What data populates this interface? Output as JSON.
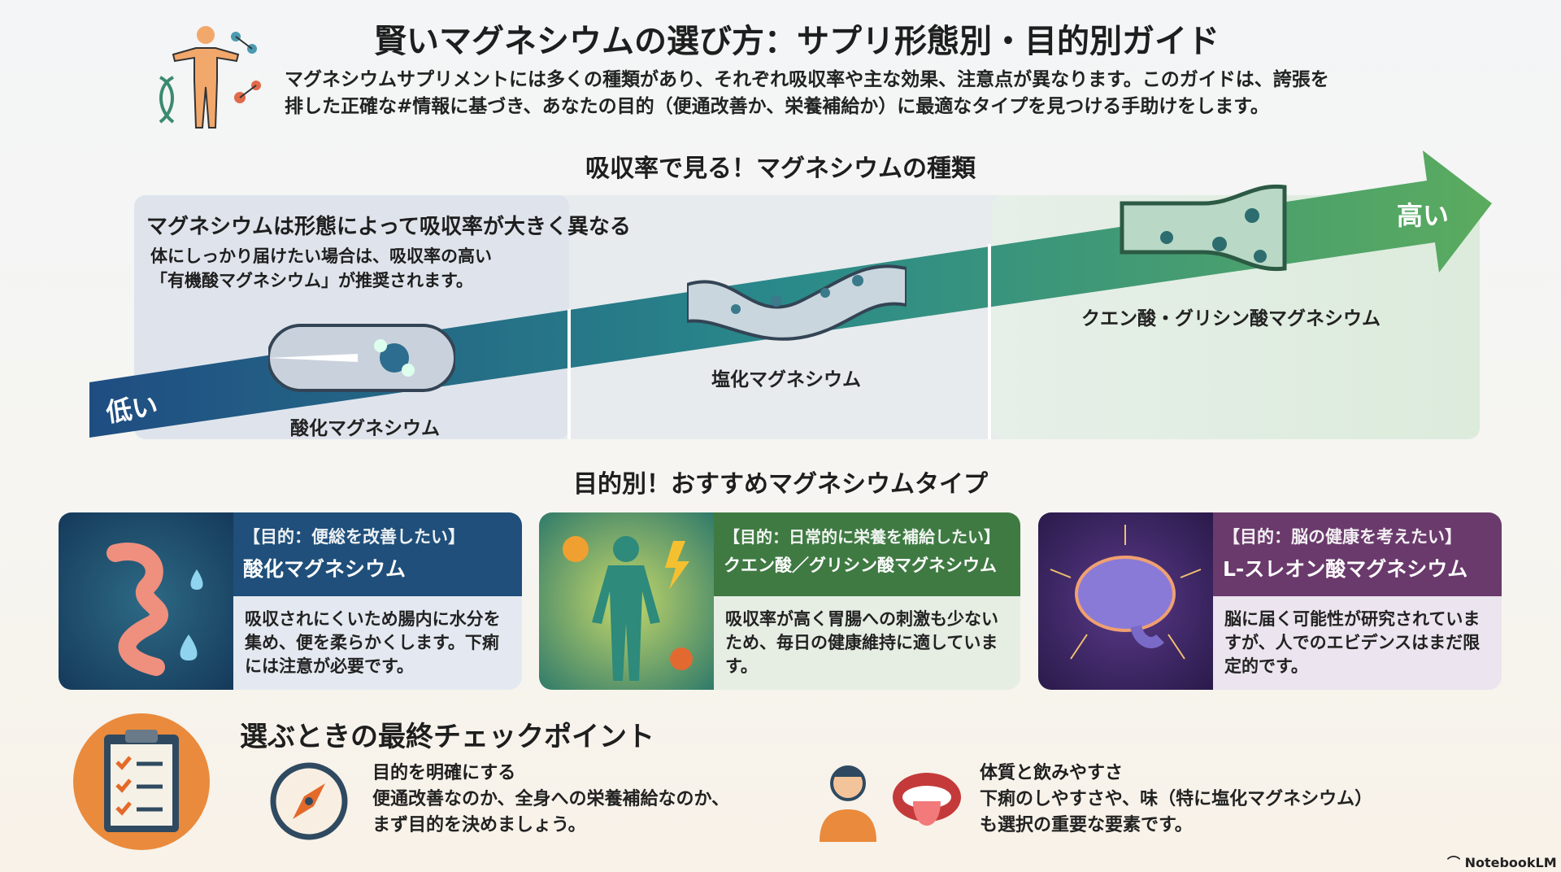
{
  "header": {
    "title": "賢いマグネシウムの選び方：サプリ形態別・目的別ガイド",
    "intro_line1": "マグネシウムサプリメントには多くの種類があり、それぞれ吸収率や主な効果、注意点が異なります。このガイドは、誇張を",
    "intro_line2": "排した正確な#情報に基づき、あなたの目的（便通改善か、栄養補給か）に最適なタイプを見つける手助けをします。"
  },
  "absorption": {
    "heading": "吸収率で見る！マグネシウムの種類",
    "callout_title": "マグネシウムは形態によって吸収率が大きく異なる",
    "callout_line1": "体にしっかり届けたい場合は、吸収率の高い",
    "callout_line2": "「有機酸マグネシウム」が推奨されます。",
    "low": "低い",
    "high": "高い",
    "types": [
      "酸化マグネシウム",
      "塩化マグネシウム",
      "クエン酸・グリシン酸マグネシウム"
    ]
  },
  "purpose": {
    "heading": "目的別！おすすめマグネシウムタイプ",
    "cards": [
      {
        "purpose": "【目的：便総を改善したい】",
        "name": "酸化マグネシウム",
        "desc": "吸収されにくいため腸内に水分を集め、便を柔らかくします。下痢には注意が必要です。",
        "color": "#1f4f7a"
      },
      {
        "purpose": "【目的：日常的に栄養を補給したい】",
        "name": "クエン酸／グリシン酸マグネシウム",
        "desc": "吸収率が高く胃腸への刺激も少ないため、毎日の健康維持に適しています。",
        "color": "#3f7a43"
      },
      {
        "purpose": "【目的：脳の健康を考えたい】",
        "name": "L-スレオン酸マグネシウム",
        "desc": "脳に届く可能性が研究されていますが、人でのエビデンスはまだ限定的です。",
        "color": "#6a3a6c"
      }
    ]
  },
  "checkpoints": {
    "heading": "選ぶときの最終チェックポイント",
    "items": [
      {
        "title": "目的を明確にする",
        "line1": "便通改善なのか、全身への栄養補給なのか、",
        "line2": "まず目的を決めましょう。"
      },
      {
        "title": "体質と飲みやすさ",
        "line1": "下痢のしやすさや、味（特に塩化マグネシウム）",
        "line2": "も選択の重要な要素です。"
      }
    ]
  },
  "footer": {
    "brand": "NotebookLM"
  }
}
